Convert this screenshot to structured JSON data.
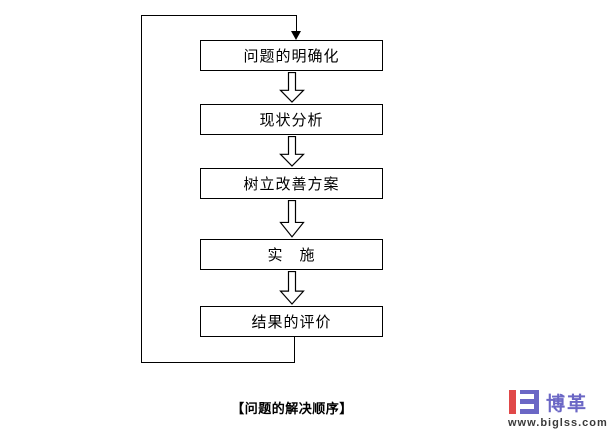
{
  "flowchart": {
    "steps": [
      {
        "label": "问题的明确化"
      },
      {
        "label": "现状分析"
      },
      {
        "label": "树立改善方案"
      },
      {
        "label": "实　施"
      },
      {
        "label": "结果的评价"
      }
    ],
    "caption": "【问题的解决顺序】",
    "connector_style": "hollow-block-arrows-down",
    "feedback_loop": "from-last-step-back-to-first-step"
  },
  "logo": {
    "brand": "博革",
    "site": "www.biglss.com"
  },
  "colors": {
    "background": "#ffffff",
    "line": "#000000",
    "box_fill": "#ffffff",
    "logo_red": "#E04848",
    "logo_purple": "#6B67C5",
    "site_text": "#3A3A3A"
  }
}
